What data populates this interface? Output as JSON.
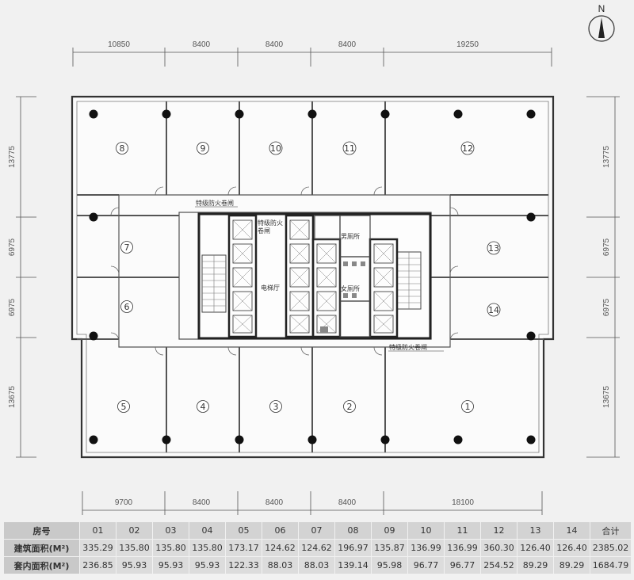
{
  "compass": {
    "label": "N"
  },
  "top_dimensions": [
    "10850",
    "8400",
    "8400",
    "8400",
    "19250"
  ],
  "bottom_dimensions": [
    "9700",
    "8400",
    "8400",
    "8400",
    "18100"
  ],
  "left_dimensions": [
    "13775",
    "6975",
    "6975",
    "13675"
  ],
  "right_dimensions": [
    "13775",
    "6975",
    "6975",
    "13675"
  ],
  "rooms": [
    "1",
    "2",
    "3",
    "4",
    "5",
    "6",
    "7",
    "8",
    "9",
    "10",
    "11",
    "12",
    "13",
    "14"
  ],
  "core_labels": {
    "lobby": "电梯厅",
    "fire_shutter_1": "特级防火卷闸",
    "fire_shutter_2_line1": "特级防火",
    "fire_shutter_2_line2": "卷闸",
    "fire_shutter_3": "特级防火卷闸",
    "men_wc": "男厕所",
    "women_wc": "女厕所"
  },
  "table": {
    "header_label": "房号",
    "rooms": [
      "01",
      "02",
      "03",
      "04",
      "05",
      "06",
      "07",
      "08",
      "09",
      "10",
      "11",
      "12",
      "13",
      "14"
    ],
    "total_label": "合计",
    "rows": [
      {
        "label": "建筑面积(M²)",
        "values": [
          "335.29",
          "135.80",
          "135.80",
          "135.80",
          "173.17",
          "124.62",
          "124.62",
          "196.97",
          "135.87",
          "136.99",
          "136.99",
          "360.30",
          "126.40",
          "126.40"
        ],
        "total": "2385.02"
      },
      {
        "label": "套内面积(M²)",
        "values": [
          "236.85",
          "95.93",
          "95.93",
          "95.93",
          "122.33",
          "88.03",
          "88.03",
          "139.14",
          "95.98",
          "96.77",
          "96.77",
          "254.52",
          "89.29",
          "89.29"
        ],
        "total": "1684.79"
      }
    ]
  }
}
